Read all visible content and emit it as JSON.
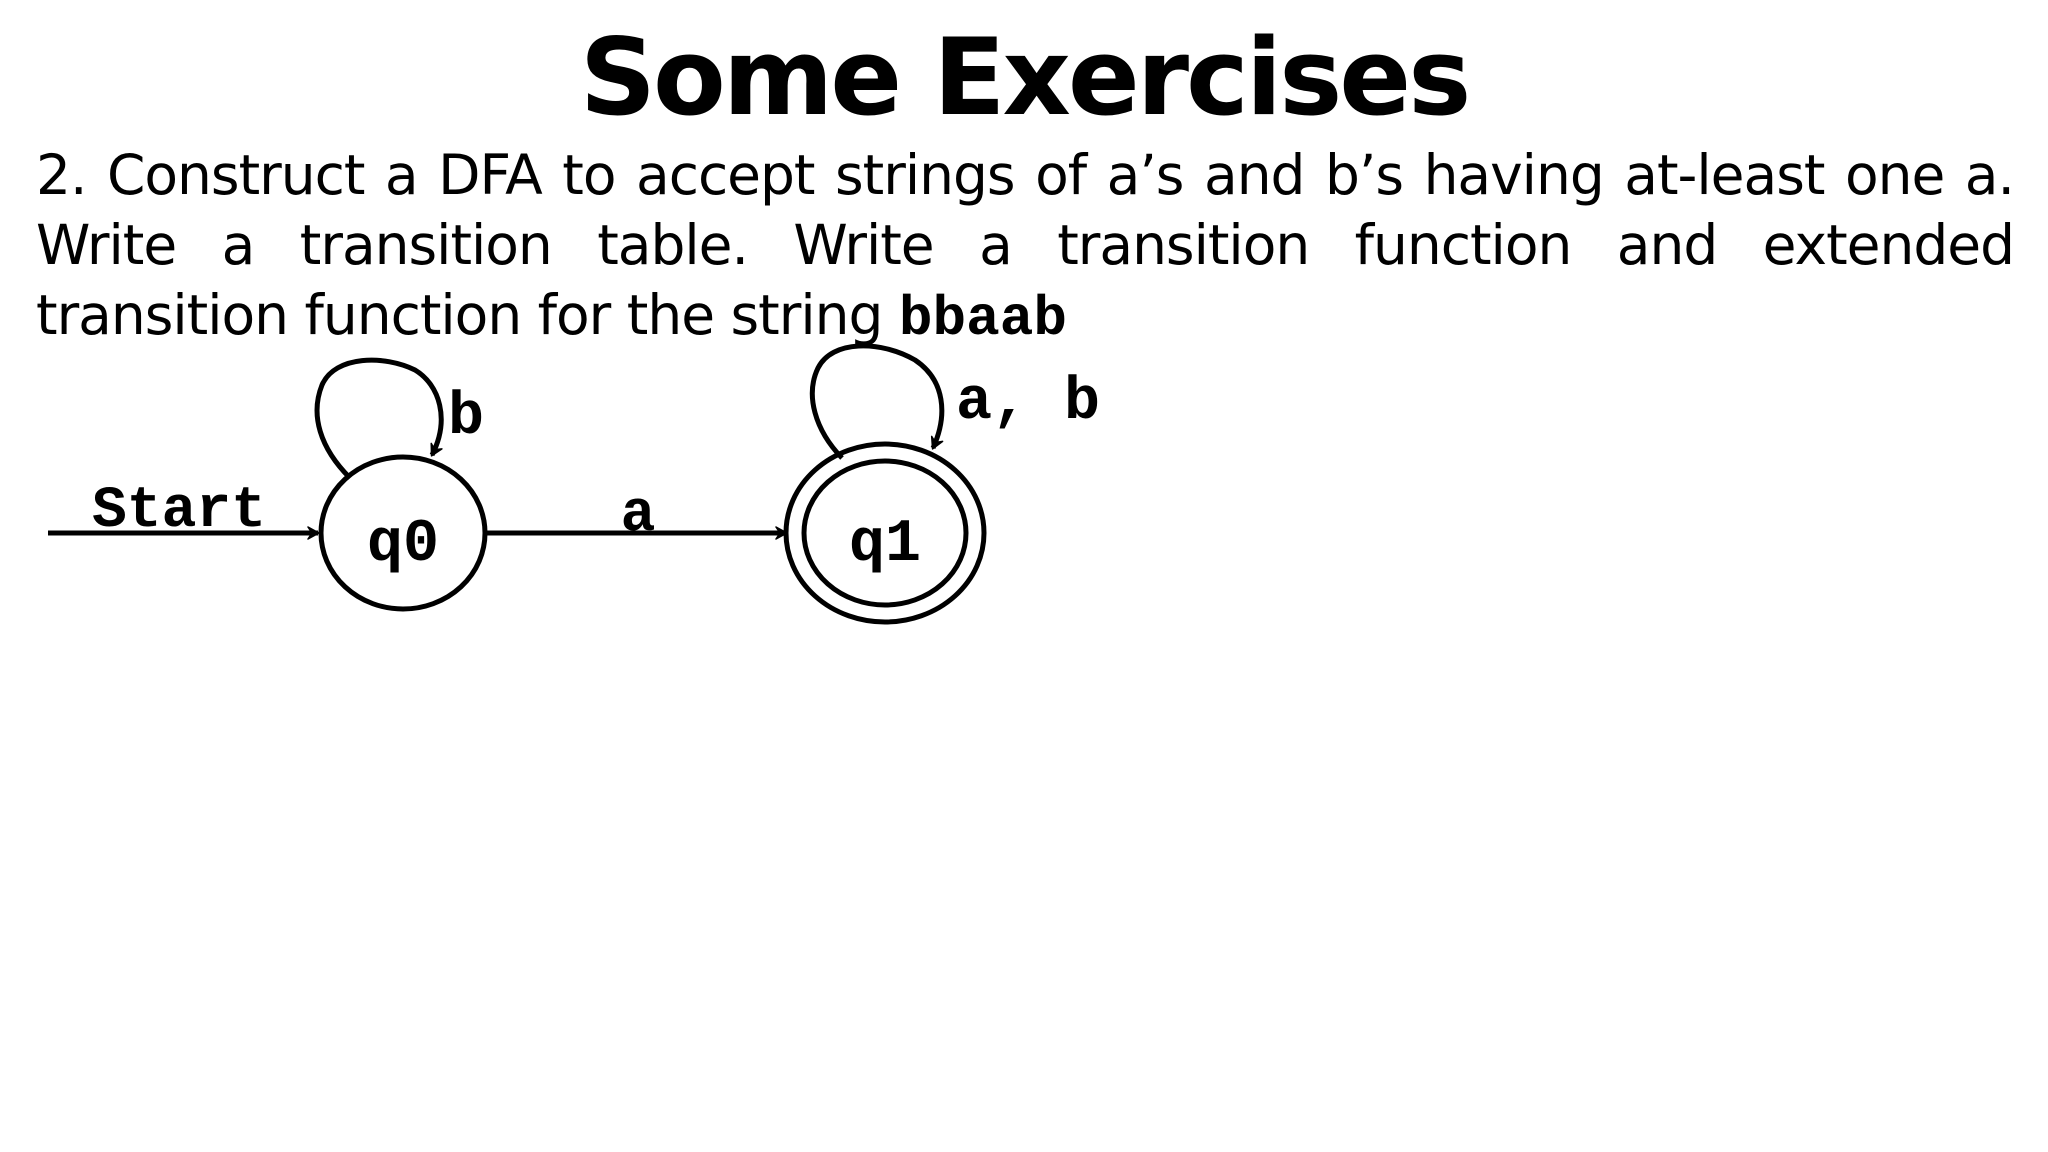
{
  "slide": {
    "title": "Some Exercises",
    "exercise_text": "2. Construct a DFA to accept strings of a’s and b’s having at-least one a. Write a transition table. Write a transition function and extended transition function for the string ",
    "exercise_string": "bbaab"
  },
  "diagram": {
    "start_label": "Start",
    "states": [
      {
        "name": "q0",
        "initial": true,
        "accepting": false
      },
      {
        "name": "q1",
        "initial": false,
        "accepting": true
      }
    ],
    "transitions": [
      {
        "from": "q0",
        "to": "q0",
        "label": "b"
      },
      {
        "from": "q0",
        "to": "q1",
        "label": "a"
      },
      {
        "from": "q1",
        "to": "q1",
        "label": "a, b"
      }
    ]
  }
}
